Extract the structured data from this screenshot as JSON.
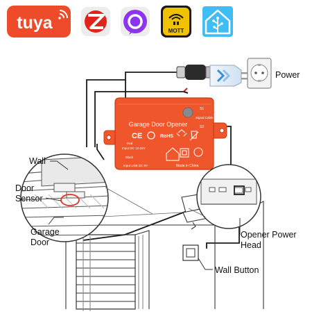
{
  "logos": {
    "tuya": "tuya",
    "zigbee": "zigbee-logo",
    "alexa": "alexa-logo",
    "mott": "MOTT",
    "home_assistant": "home-assistant-logo"
  },
  "device": {
    "title": "Garage Door Opener",
    "s1": "S1",
    "signal_cable": "Signal Cable",
    "s2": "S2",
    "ce": "CE",
    "rohs": "RoHS",
    "red": "Red",
    "input_dc": "Input DC 12-24V",
    "black": "Black",
    "input_usb": "Input USB DC 5V",
    "made_in": "Made in China"
  },
  "labels": {
    "power": "Power",
    "wall": "Wall",
    "door_sensor_1": "Door",
    "door_sensor_2": "Sensor",
    "garage_door_1": "Garage",
    "garage_door_2": "Door",
    "opener_power_head_1": "Opener Power",
    "opener_power_head_2": "Head",
    "wall_button": "Wall Button"
  },
  "colors": {
    "tuya": "#ee4b2b",
    "zigbee": "#e2231a",
    "alexa": "#8c35f0",
    "mott": "#f2c200",
    "home_assistant": "#41bdf5",
    "device": "#f0562b",
    "device_dark": "#c93a15"
  }
}
